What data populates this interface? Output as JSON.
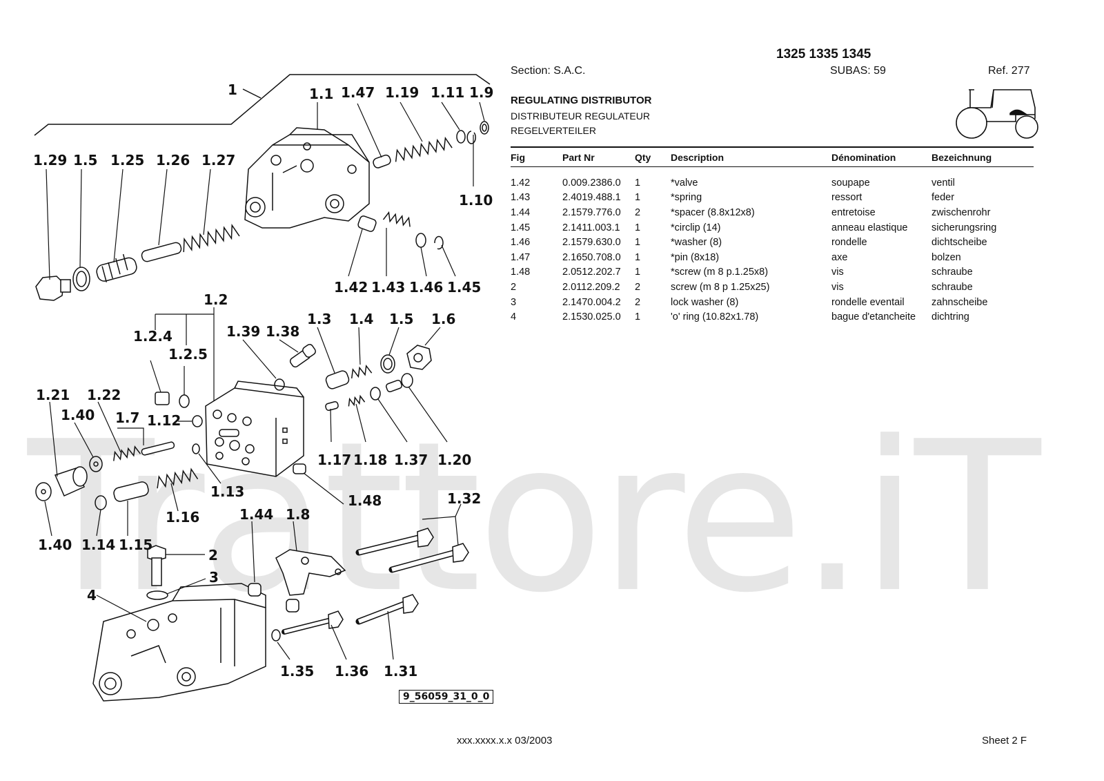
{
  "watermark": "Trattore.iT",
  "header": {
    "model": "1325 1335 1345",
    "section": "Section: S.A.C.",
    "subas": "SUBAS: 59",
    "ref": "Ref. 277",
    "title_en": "REGULATING DISTRIBUTOR",
    "title_fr": "DISTRIBUTEUR REGULATEUR",
    "title_de": "REGELVERTEILER"
  },
  "table": {
    "headers": [
      "Fig",
      "Part Nr",
      "Qty",
      "Description",
      "Dénomination",
      "Bezeichnung"
    ],
    "rows": [
      [
        "1.42",
        "0.009.2386.0",
        "1",
        "*valve",
        "soupape",
        "ventil"
      ],
      [
        "1.43",
        "2.4019.488.1",
        "1",
        "*spring",
        "ressort",
        "feder"
      ],
      [
        "1.44",
        "2.1579.776.0",
        "2",
        "*spacer (8.8x12x8)",
        "entretoise",
        "zwischenrohr"
      ],
      [
        "1.45",
        "2.1411.003.1",
        "1",
        "*circlip (14)",
        "anneau elastique",
        "sicherungsring"
      ],
      [
        "1.46",
        "2.1579.630.0",
        "1",
        "*washer (8)",
        "rondelle",
        "dichtscheibe"
      ],
      [
        "1.47",
        "2.1650.708.0",
        "1",
        "*pin (8x18)",
        "axe",
        "bolzen"
      ],
      [
        "1.48",
        "2.0512.202.7",
        "1",
        "*screw (m 8 p.1.25x8)",
        "vis",
        "schraube"
      ],
      [
        "2",
        "2.0112.209.2",
        "2",
        "screw (m 8 p 1.25x25)",
        "vis",
        "schraube"
      ],
      [
        "3",
        "2.1470.004.2",
        "2",
        "lock washer (8)",
        "rondelle eventail",
        "zahnscheibe"
      ],
      [
        "4",
        "2.1530.025.0",
        "1",
        "'o' ring (10.82x1.78)",
        "bague d'etancheite",
        "dichtring"
      ]
    ]
  },
  "diagram": {
    "drawing_ref": "9_56059_31_0_0",
    "callouts": [
      "1",
      "1.1",
      "1.47",
      "1.19",
      "1.11",
      "1.9",
      "1.10",
      "1.29",
      "1.5",
      "1.25",
      "1.26",
      "1.27",
      "1.42",
      "1.43",
      "1.46",
      "1.45",
      "1.2",
      "1.2.4",
      "1.2.5",
      "1.39",
      "1.38",
      "1.3",
      "1.4",
      "1.5",
      "1.6",
      "1.21",
      "1.22",
      "1.40",
      "1.7",
      "1.12",
      "1.17",
      "1.18",
      "1.37",
      "1.20",
      "1.13",
      "1.48",
      "1.16",
      "1.40",
      "1.14",
      "1.15",
      "2",
      "3",
      "4",
      "1.44",
      "1.8",
      "1.32",
      "1.35",
      "1.36",
      "1.31"
    ]
  },
  "footer": {
    "code": "xxx.xxxx.x.x  03/2003",
    "sheet": "Sheet 2 F"
  }
}
